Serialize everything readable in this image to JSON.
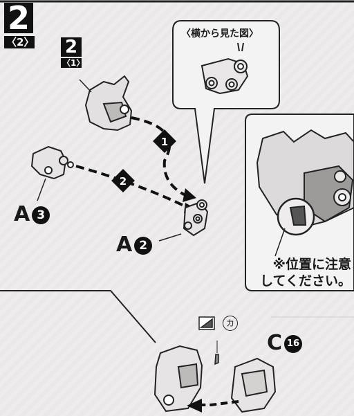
{
  "step": {
    "number": "2",
    "sub_tag": "〈2〉",
    "ref_number": "2",
    "ref_sub_tag": "〈1〉"
  },
  "side_view": {
    "title": "〈横から見た図〉"
  },
  "arrows": {
    "arrow_1_label": "1",
    "arrow_2_label": "2"
  },
  "parts": [
    {
      "letter": "A",
      "number": "3"
    },
    {
      "letter": "A",
      "number": "2"
    },
    {
      "letter": "C",
      "number": "16"
    }
  ],
  "decal": {
    "label": "カ"
  },
  "note": {
    "line1": "※位置に注意",
    "line2": "してください。"
  }
}
